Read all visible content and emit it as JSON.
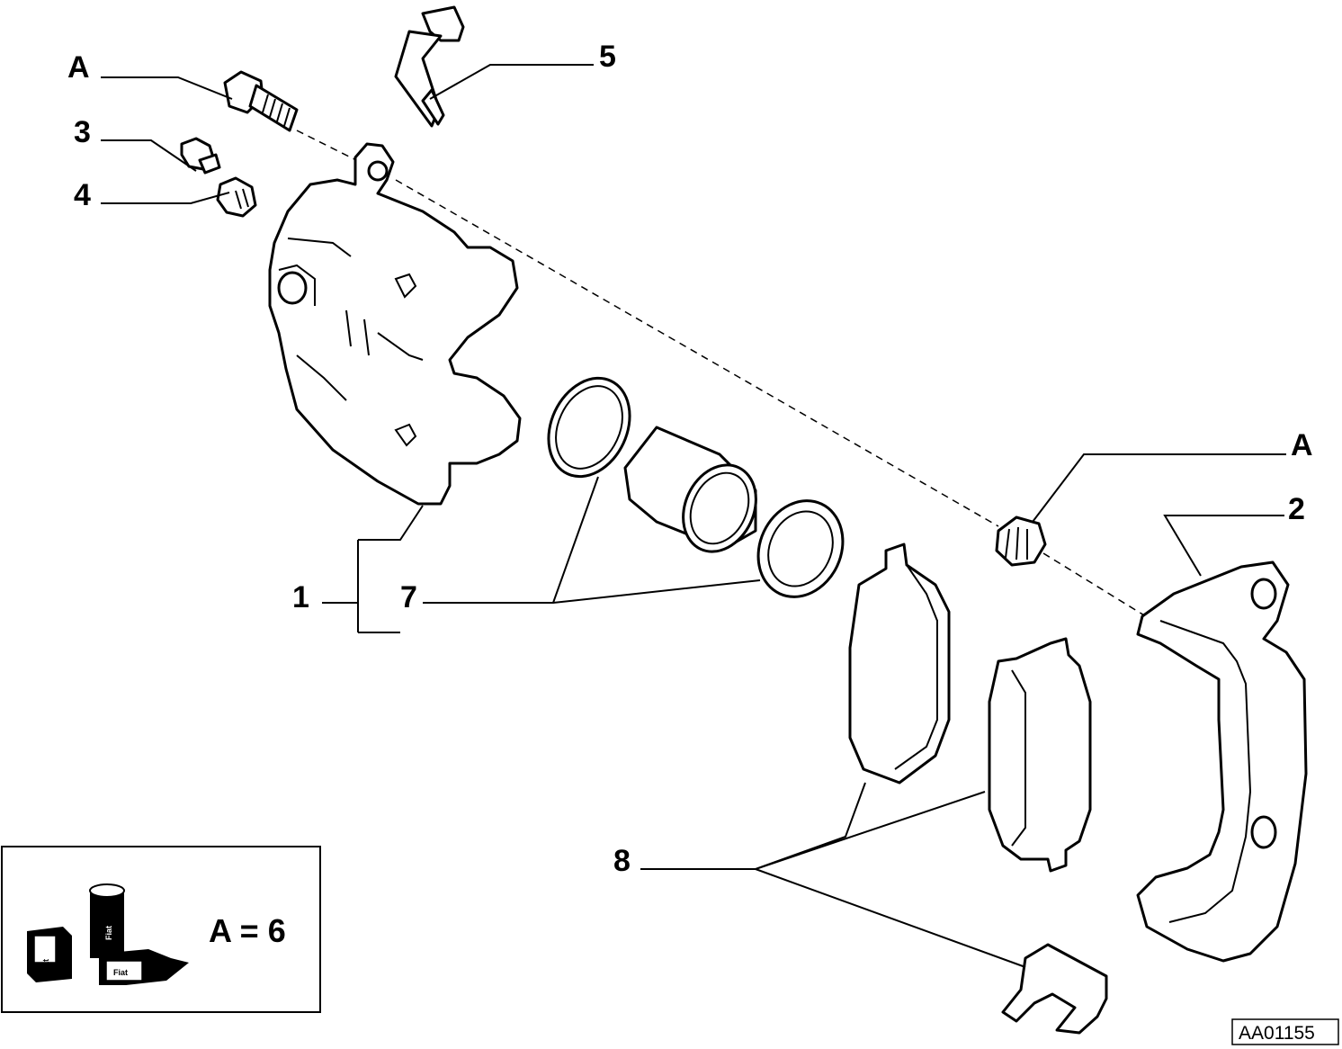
{
  "callouts": {
    "n1": "1",
    "n2": "2",
    "n3": "3",
    "n4": "4",
    "n5": "5",
    "n7": "7",
    "n8": "8",
    "a_top": "A",
    "a_right": "A"
  },
  "legend": {
    "text": "A = 6",
    "can_text": "Fiat",
    "box1_text": "Fiat",
    "box2_text": "Fiat"
  },
  "drawing_code": "AA01155"
}
